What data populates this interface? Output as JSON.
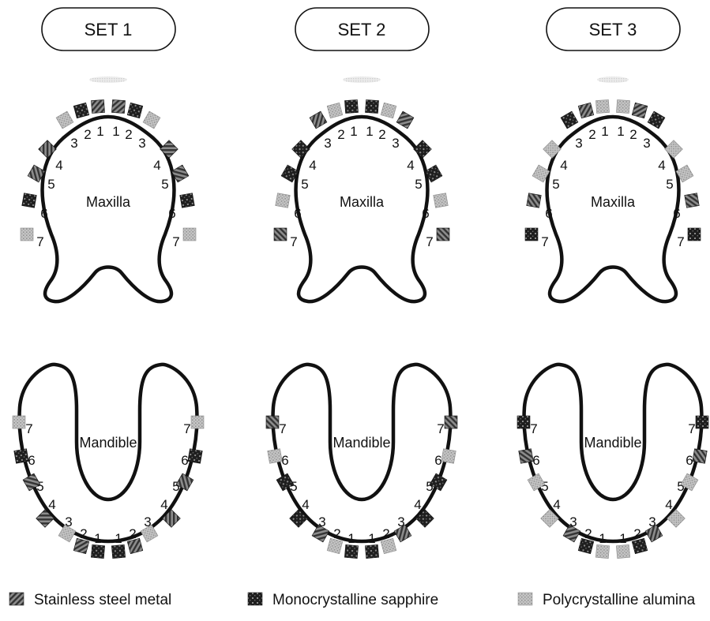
{
  "sets": [
    {
      "title": "SET 1",
      "maxilla": {
        "label": "Maxilla",
        "right": [
          "steel",
          "sapphire",
          "alumina",
          "steel",
          "steel",
          "sapphire",
          "alumina"
        ],
        "left": [
          "steel",
          "sapphire",
          "alumina",
          "steel",
          "steel",
          "sapphire",
          "alumina"
        ]
      },
      "mandible": {
        "label": "Mandible",
        "right": [
          "sapphire",
          "steel",
          "alumina",
          "steel",
          "steel",
          "sapphire",
          "alumina"
        ],
        "left": [
          "sapphire",
          "steel",
          "alumina",
          "steel",
          "steel",
          "sapphire",
          "alumina"
        ]
      }
    },
    {
      "title": "SET 2",
      "maxilla": {
        "label": "Maxilla",
        "right": [
          "sapphire",
          "alumina",
          "steel",
          "sapphire",
          "sapphire",
          "alumina",
          "steel"
        ],
        "left": [
          "sapphire",
          "alumina",
          "steel",
          "sapphire",
          "sapphire",
          "alumina",
          "steel"
        ]
      },
      "mandible": {
        "label": "Mandible",
        "right": [
          "sapphire",
          "alumina",
          "steel",
          "sapphire",
          "sapphire",
          "alumina",
          "steel"
        ],
        "left": [
          "sapphire",
          "alumina",
          "steel",
          "sapphire",
          "sapphire",
          "alumina",
          "steel"
        ]
      }
    },
    {
      "title": "SET 3",
      "maxilla": {
        "label": "Maxilla",
        "right": [
          "alumina",
          "steel",
          "sapphire",
          "alumina",
          "alumina",
          "steel",
          "sapphire"
        ],
        "left": [
          "alumina",
          "steel",
          "sapphire",
          "alumina",
          "alumina",
          "steel",
          "sapphire"
        ]
      },
      "mandible": {
        "label": "Mandible",
        "right": [
          "alumina",
          "sapphire",
          "steel",
          "alumina",
          "alumina",
          "steel",
          "sapphire"
        ],
        "left": [
          "alumina",
          "sapphire",
          "steel",
          "alumina",
          "alumina",
          "steel",
          "sapphire"
        ]
      }
    }
  ],
  "tooth_numbers": [
    "1",
    "2",
    "3",
    "4",
    "5",
    "6",
    "7"
  ],
  "legend": [
    {
      "key": "steel",
      "label": "Stainless steel metal"
    },
    {
      "key": "sapphire",
      "label": "Monocrystalline sapphire"
    },
    {
      "key": "alumina",
      "label": "Polycrystalline alumina"
    }
  ],
  "colors": {
    "steel": "#555555",
    "sapphire": "#262626",
    "alumina": "#b4b4b4",
    "outline": "#111111"
  }
}
